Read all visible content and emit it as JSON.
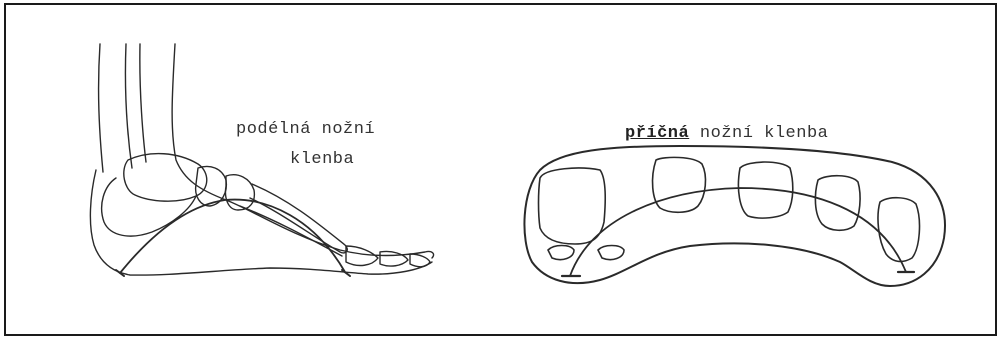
{
  "figure": {
    "left": {
      "label_line1": "podélná nožní",
      "label_line2": "klenba"
    },
    "right": {
      "label_bold": "příčná",
      "label_rest": "nožní klenba"
    }
  }
}
